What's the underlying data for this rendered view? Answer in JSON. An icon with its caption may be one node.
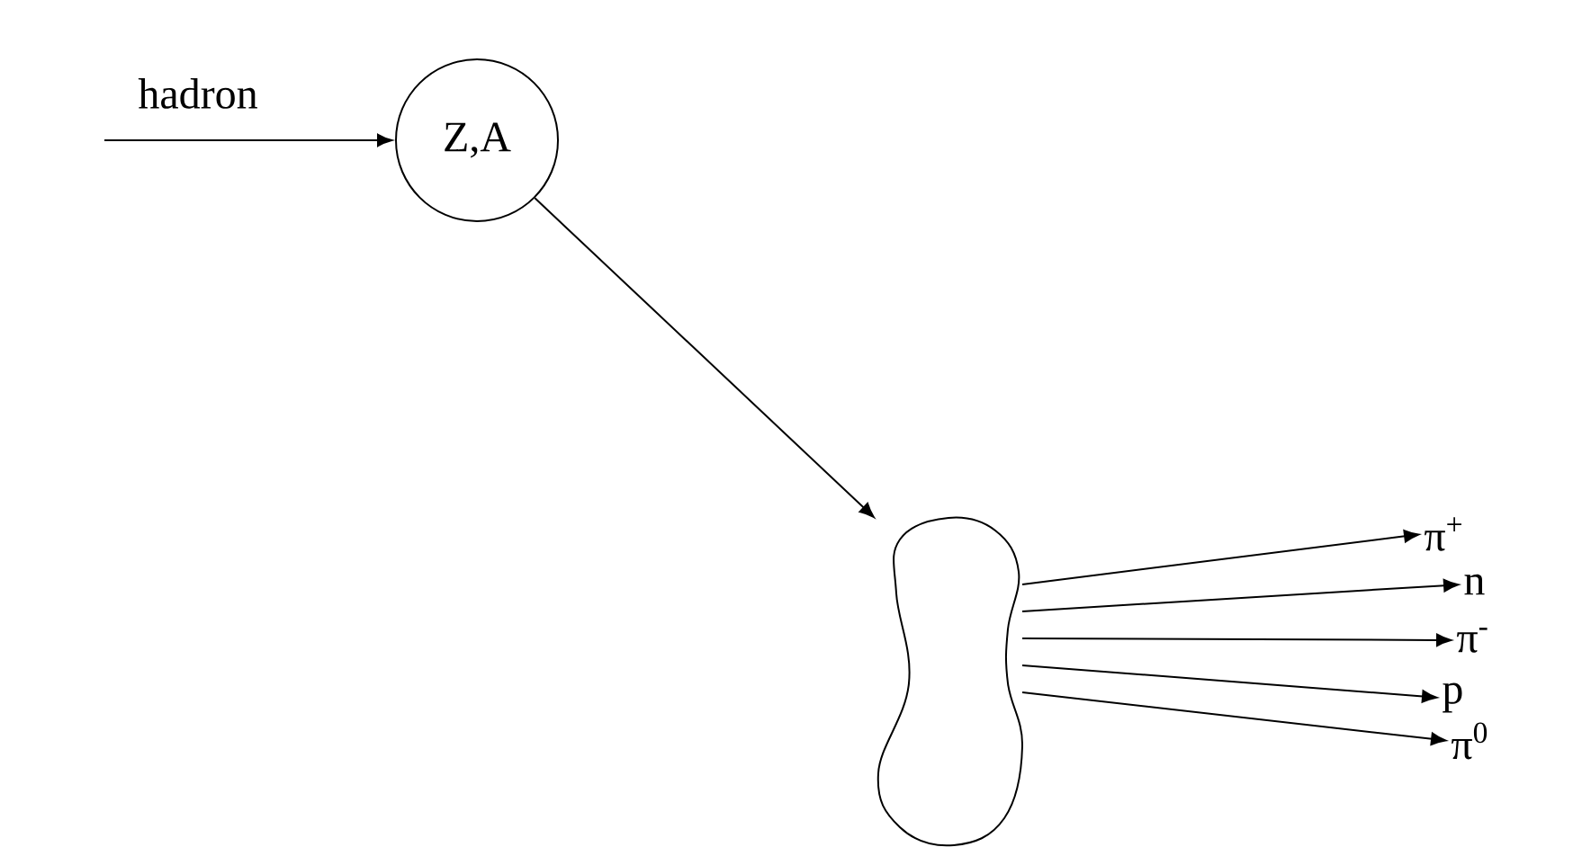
{
  "diagram": {
    "nodes": [
      {
        "text": [
          "Z,A"
        ]
      },
      {
        "text": [],
        "shape": "cloud"
      },
      {
        "text": [
          "π$^{+}$"
        ]
      },
      {
        "text": [
          "n"
        ]
      },
      {
        "text": [
          "π$^{-}$"
        ]
      },
      {
        "text": [
          "p"
        ]
      },
      {
        "text": [
          "π$^{0}$"
        ]
      }
    ],
    "edges": [
      {
        "from": null,
        "to": 0,
        "arrow": "to",
        "label": "hadron"
      },
      {
        "from": 0,
        "to": 1,
        "arrow": "to"
      },
      {
        "from": 1,
        "to": 2,
        "arrow": "to"
      },
      {
        "from": 1,
        "to": 3,
        "arrow": "to"
      },
      {
        "from": 1,
        "to": 4,
        "arrow": "to"
      },
      {
        "from": 1,
        "to": 5,
        "arrow": "to"
      },
      {
        "from": 1,
        "to": 6,
        "arrow": "to"
      }
    ]
  }
}
